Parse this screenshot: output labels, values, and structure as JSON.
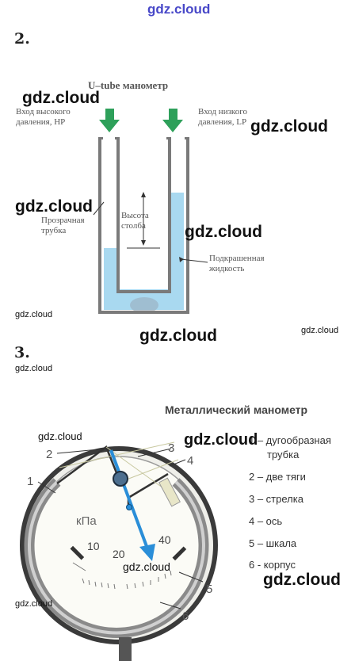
{
  "watermark": {
    "text": "gdz.cloud"
  },
  "exercise2": {
    "number": "2.",
    "title": "U–tube манометр",
    "high_inlet": [
      "Вход высокого",
      "давления, HP"
    ],
    "low_inlet": [
      "Вход низкого",
      "давления, LP"
    ],
    "tube": [
      "Прозрачная",
      "трубка"
    ],
    "column": [
      "Высота",
      "столба"
    ],
    "liquid": [
      "Подкрашенная",
      "жидкость"
    ]
  },
  "exercise3": {
    "number": "3.",
    "title": "Металлический манометр",
    "unit": "кПа",
    "scale": [
      "10",
      "20",
      "40"
    ],
    "callouts": [
      "1",
      "2",
      "3",
      "4",
      "5",
      "6"
    ],
    "legend": [
      {
        "text": "1 – дугообразная"
      },
      {
        "text": "трубка"
      },
      {
        "text": "2 – две тяги"
      },
      {
        "text": "3 – стрелка"
      },
      {
        "text": "4 – ось"
      },
      {
        "text": "5 – шкала"
      },
      {
        "text": "6 - корпус"
      }
    ]
  },
  "colors": {
    "arrow_green": "#2ea05a",
    "liquid": "#a9d9f0",
    "needle": "#2a8ed8"
  }
}
